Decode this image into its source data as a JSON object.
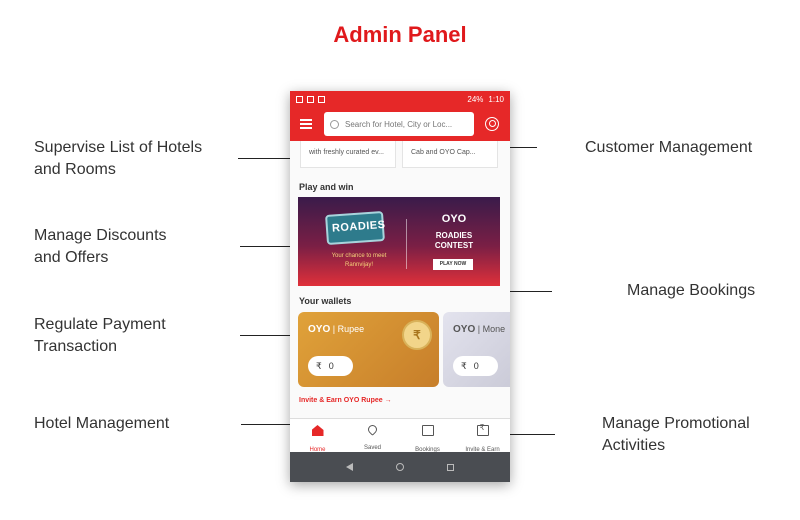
{
  "title": "Admin Panel",
  "annotations": {
    "supervise": "Supervise List of Hotels\nand Rooms",
    "discounts": "Manage Discounts\nand Offers",
    "payment": "Regulate Payment\nTransaction",
    "hotel": "Hotel Management",
    "customer": "Customer Management",
    "bookings": "Manage Bookings",
    "promotional": "Manage Promotional\nActivities"
  },
  "phone": {
    "status": {
      "battery": "24%",
      "time": "1:10"
    },
    "search": {
      "placeholder": "Search for Hotel, City or Loc..."
    },
    "promo_cards": [
      "with freshly curated ev...",
      "Cab and OYO Cap..."
    ],
    "play_and_win": "Play and win",
    "banner": {
      "roadies": "ROADIES",
      "tagline": "Your chance to meet Rannvijay!",
      "brand": "OYO",
      "contest": "ROADIES CONTEST",
      "button": "PLAY NOW"
    },
    "wallets_title": "Your wallets",
    "wallets": [
      {
        "brand": "OYO",
        "name": "Rupee",
        "currency": "₹",
        "balance": "0"
      },
      {
        "brand": "OYO",
        "name": "Mone",
        "currency": "₹",
        "balance": "0"
      }
    ],
    "coin_symbol": "₹",
    "invite_link": "Invite & Earn OYO Rupee →",
    "tabs": [
      {
        "label": "Home",
        "icon": "home-icon",
        "active": true
      },
      {
        "label": "Saved",
        "icon": "heart-icon",
        "active": false
      },
      {
        "label": "Bookings",
        "icon": "briefcase-icon",
        "active": false
      },
      {
        "label": "Invite & Earn",
        "icon": "gift-icon",
        "active": false
      }
    ]
  },
  "colors": {
    "accent": "#e62828",
    "title": "#e0191c"
  }
}
